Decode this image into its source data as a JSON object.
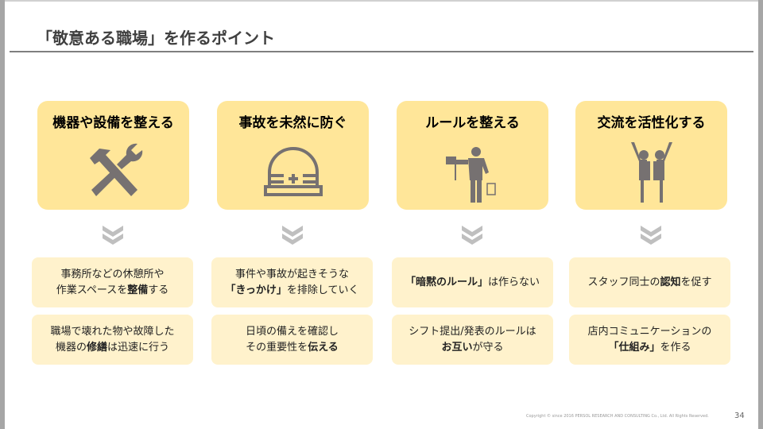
{
  "title": "「敬意ある職場」を作るポイント",
  "columns": [
    {
      "heading": "機器や設備を整える",
      "icon": "hammer-wrench-icon",
      "boxes": [
        [
          {
            "t": "事務所などの休憩所や"
          },
          {
            "br": 1
          },
          {
            "t": "作業スペースを"
          },
          {
            "b": "整備"
          },
          {
            "t": "する"
          }
        ],
        [
          {
            "t": "職場で壊れた物や故障した"
          },
          {
            "br": 1
          },
          {
            "t": "機器の"
          },
          {
            "b": "修繕"
          },
          {
            "t": "は迅速に行う"
          }
        ]
      ]
    },
    {
      "heading": "事故を未然に防ぐ",
      "icon": "hard-hat-icon",
      "boxes": [
        [
          {
            "t": "事件や事故が起きそうな"
          },
          {
            "br": 1
          },
          {
            "b": "「きっかけ」"
          },
          {
            "t": "を排除していく"
          }
        ],
        [
          {
            "t": "日頃の備えを確認し"
          },
          {
            "br": 1
          },
          {
            "t": "その重要性を"
          },
          {
            "b": "伝える"
          }
        ]
      ]
    },
    {
      "heading": "ルールを整える",
      "icon": "flag-worker-icon",
      "boxes": [
        [
          {
            "b": "「暗黙のルール」"
          },
          {
            "t": "は作らない"
          }
        ],
        [
          {
            "t": "シフト提出/発表のルールは"
          },
          {
            "br": 1
          },
          {
            "b": "お互い"
          },
          {
            "t": "が守る"
          }
        ]
      ]
    },
    {
      "heading": "交流を活性化する",
      "icon": "people-cheering-icon",
      "boxes": [
        [
          {
            "t": "スタッフ同士の"
          },
          {
            "b": "認知"
          },
          {
            "t": "を促す"
          }
        ],
        [
          {
            "t": "店内コミュニケーションの"
          },
          {
            "br": 1
          },
          {
            "b": "「仕組み」"
          },
          {
            "t": "を作る"
          }
        ]
      ]
    }
  ],
  "footer": {
    "copyright": "Copyright © since 2016 PERSOL RESEARCH AND CONSULTING Co., Ltd. All Rights Reserved.",
    "page": "34"
  },
  "colors": {
    "card": "#ffe699",
    "box": "#fff2cc",
    "icon": "#767171",
    "chevron": "#bfbfbf"
  }
}
